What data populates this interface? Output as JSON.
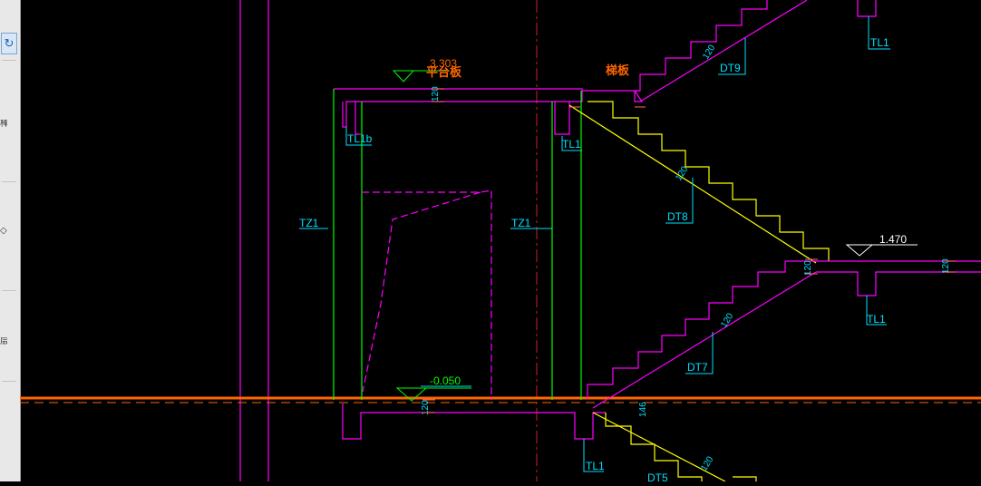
{
  "sidebar": {
    "tool_icon": "refresh-arrow-icon",
    "tool_glyph": "↻",
    "glyph_1": "棒",
    "glyph_2": "◇",
    "glyph_3": "层"
  },
  "drawing": {
    "elevations": {
      "top": "3.303",
      "right": "1.470",
      "bottom": "-0.050"
    },
    "labels": {
      "platform_slab": "平台板",
      "stair_slab": "梯板",
      "tl1b": "TL1b",
      "tl1": "TL1",
      "tz1": "TZ1",
      "dt9": "DT9",
      "dt8": "DT8",
      "dt7": "DT7",
      "dt5": "DT5",
      "dim_120": "120",
      "dim_146": "146"
    },
    "colors": {
      "background": "#000000",
      "magenta": "#ff00ff",
      "green": "#00ff00",
      "yellow": "#ffff00",
      "cyan": "#00e0ff",
      "orange": "#ff6600",
      "red": "#cc2222",
      "white": "#ffffff"
    }
  }
}
